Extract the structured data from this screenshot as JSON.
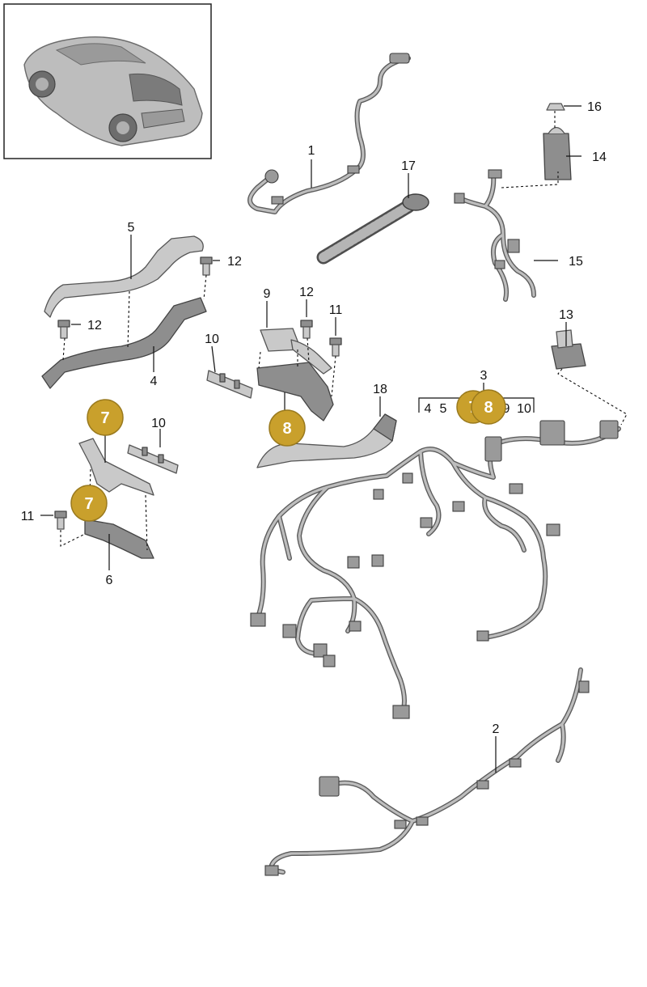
{
  "callouts": [
    {
      "id": "c1",
      "text": "1"
    },
    {
      "id": "c2",
      "text": "2"
    },
    {
      "id": "c3",
      "text": "3"
    },
    {
      "id": "c4",
      "text": "4"
    },
    {
      "id": "c5",
      "text": "5"
    },
    {
      "id": "c6",
      "text": "6"
    },
    {
      "id": "c9",
      "text": "9"
    },
    {
      "id": "c10a",
      "text": "10"
    },
    {
      "id": "c10b",
      "text": "10"
    },
    {
      "id": "c11a",
      "text": "11"
    },
    {
      "id": "c11b",
      "text": "11"
    },
    {
      "id": "c12a",
      "text": "12"
    },
    {
      "id": "c12b",
      "text": "12"
    },
    {
      "id": "c12c",
      "text": "12"
    },
    {
      "id": "c13",
      "text": "13"
    },
    {
      "id": "c14",
      "text": "14"
    },
    {
      "id": "c15",
      "text": "15"
    },
    {
      "id": "c16",
      "text": "16"
    },
    {
      "id": "c17",
      "text": "17"
    },
    {
      "id": "c18",
      "text": "18"
    }
  ],
  "group3_items": [
    "4",
    "5",
    "9",
    "10"
  ],
  "badges": [
    {
      "id": "b7a",
      "text": "7"
    },
    {
      "id": "b7b",
      "text": "7"
    },
    {
      "id": "b8a",
      "text": "8"
    },
    {
      "id": "b7c",
      "text": "7"
    },
    {
      "id": "b8b",
      "text": "8"
    }
  ],
  "colors": {
    "badge_fill": "#c9a02c",
    "badge_stroke": "#9a7a1e",
    "line": "#111111",
    "part_light": "#c9c9c9",
    "part_dark": "#8e8e8e"
  },
  "thumbnail": {
    "icon": "car-icon"
  }
}
